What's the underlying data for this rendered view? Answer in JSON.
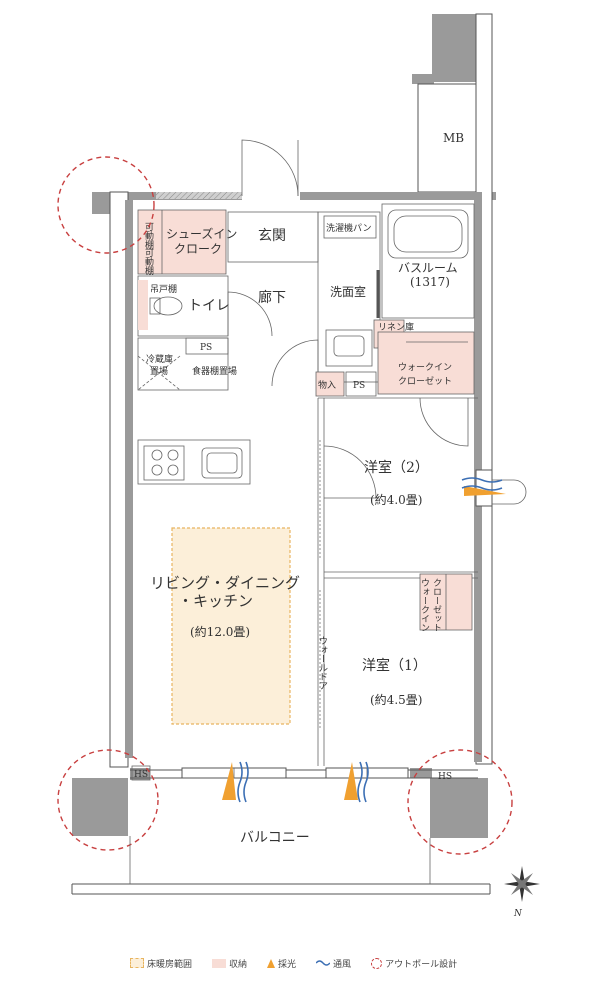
{
  "rooms": {
    "mb": "MB",
    "shoes_closet_line1": "シューズイン",
    "shoes_closet_line2": "クローク",
    "movable_shelf_1": "可動棚",
    "movable_shelf_2": "可動棚",
    "entrance": "玄関",
    "hanging_shelf": "吊戸棚",
    "toilet": "トイレ",
    "corridor": "廊下",
    "washer_pan": "洗濯機パン",
    "bathroom": "バスルーム",
    "bathroom_size": "(1317)",
    "washroom": "洗面室",
    "linen_closet": "リネン庫",
    "ps_1": "PS",
    "ps_2": "PS",
    "fridge_line1": "冷蔵庫",
    "fridge_line2": "置場",
    "cupboard": "食器棚置場",
    "storage": "物入",
    "walkin_closet_line1": "ウォークイン",
    "walkin_closet_line2": "クローゼット",
    "western_room_2": "洋室（2）",
    "western_room_2_size": "(約4.0畳)",
    "ldk_line1": "リビング・ダイニング",
    "ldk_line2": "・キッチン",
    "ldk_size": "(約12.0畳)",
    "walkin_closet_small_line1": "ウォークイン",
    "walkin_closet_small_line2": "クローゼット",
    "wall_door": "ウォールドア",
    "western_room_1": "洋室（1）",
    "western_room_1_size": "(約4.5畳)",
    "hs_1": "HS",
    "hs_2": "HS",
    "balcony": "バルコニー",
    "compass_n": "N"
  },
  "legend": {
    "heating": "床暖房範囲",
    "storage": "収納",
    "lighting": "採光",
    "ventilation": "通風",
    "outwall": "アウトポール設計"
  },
  "colors": {
    "storage": "#f8ddd6",
    "heating": "#fcefd9",
    "lighting": "#f0a030",
    "ventilation": "#3c6fb4",
    "outwall": "#c84040",
    "wall": "#9a9a9a"
  },
  "icons": [
    "compass-rose-icon",
    "stove-icon",
    "sink-icon",
    "bathtub-icon",
    "toilet-icon",
    "washbasin-icon"
  ]
}
